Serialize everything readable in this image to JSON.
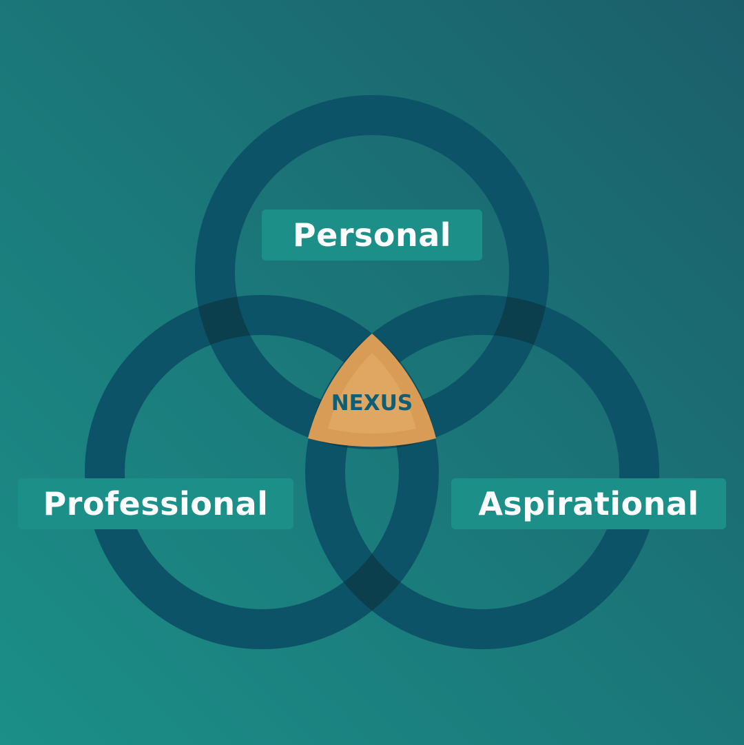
{
  "diagram": {
    "labels": {
      "personal": "Personal",
      "professional": "Professional",
      "aspirational": "Aspirational"
    },
    "center": {
      "label": "NEXUS"
    }
  },
  "colors": {
    "background_dark": "#1b5e6a",
    "background_light": "#1b8f88",
    "ring": "#0d5368",
    "overlap": "#0b3f4e",
    "label_box": "#1b8f88",
    "label_text": "#ffffff",
    "nexus_fill": "#d99c56",
    "nexus_highlight": "#e3ad68",
    "nexus_text": "#0f5e78"
  }
}
